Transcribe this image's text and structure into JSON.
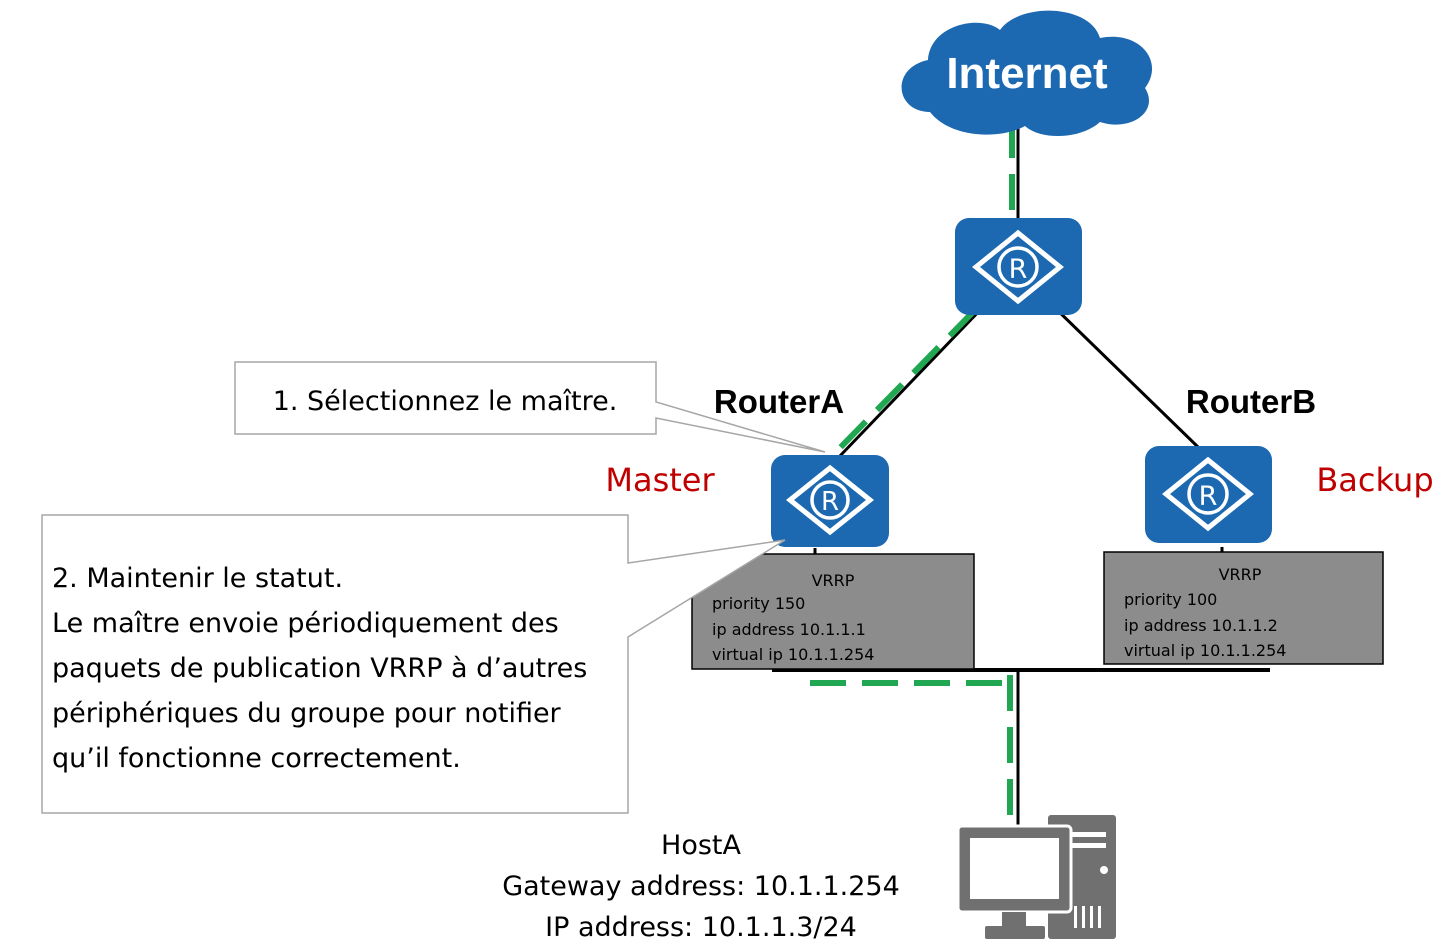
{
  "internet": {
    "label": "Internet",
    "icon": "cloud-icon"
  },
  "routers": {
    "top": {
      "icon": "router-icon",
      "glyph": "R"
    },
    "a": {
      "name": "RouterA",
      "role": "Master",
      "icon": "router-icon",
      "glyph": "R"
    },
    "b": {
      "name": "RouterB",
      "role": "Backup",
      "icon": "router-icon",
      "glyph": "R"
    }
  },
  "vrrp_a": {
    "title": "VRRP",
    "priority": "priority 150",
    "ip": "ip address 10.1.1.1",
    "virtual": "virtual ip 10.1.1.254"
  },
  "vrrp_b": {
    "title": "VRRP",
    "priority": "priority 100",
    "ip": "ip address 10.1.1.2",
    "virtual": "virtual ip 10.1.1.254"
  },
  "callouts": {
    "select_master": "1. Sélectionnez le maître.",
    "maintain": [
      "2. Maintenir le statut.",
      "Le maître envoie périodiquement des",
      "paquets de publication VRRP à d’autres",
      "périphériques du groupe pour notifier",
      "qu’il fonctionne correctement."
    ]
  },
  "host": {
    "name": "HostA",
    "gateway": "Gateway address: 10.1.1.254",
    "ip": "IP address: 10.1.1.3/24",
    "icon": "computer-icon"
  },
  "colors": {
    "router_blue": "#1c69b2",
    "cloud_blue": "#1c69b2",
    "role_red": "#c00000",
    "vrrp_box": "#8c8c8c",
    "active_path": "#21a651",
    "link": "#000000",
    "host_gray": "#707070"
  }
}
